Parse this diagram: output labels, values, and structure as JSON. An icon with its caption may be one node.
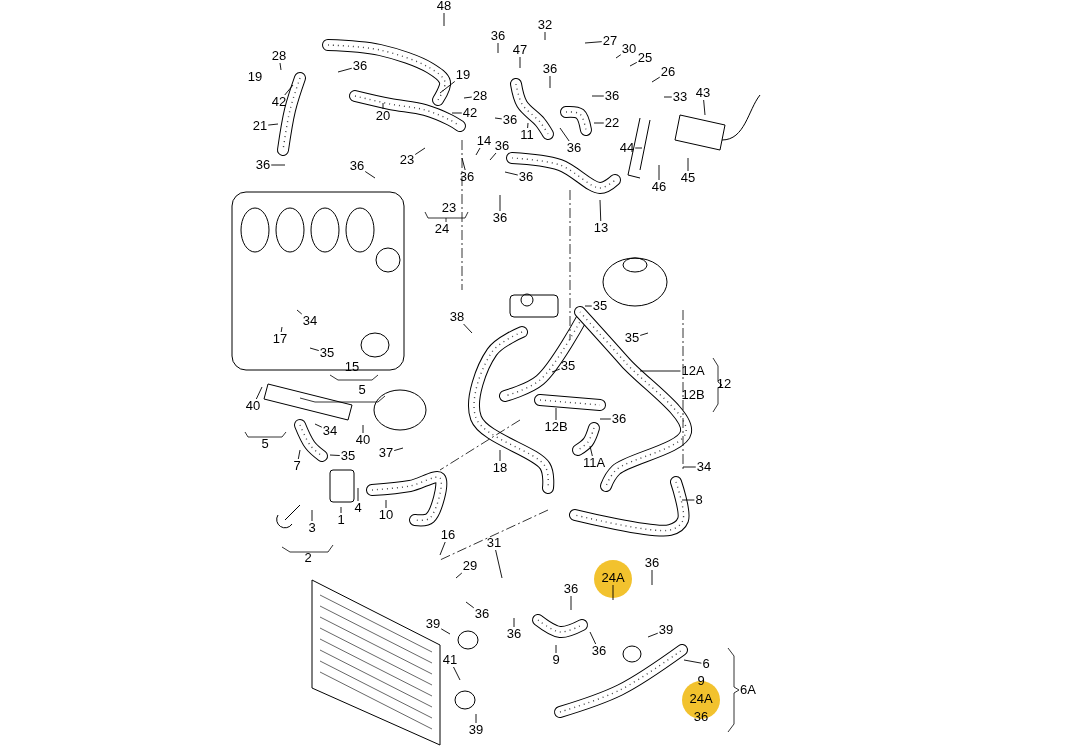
{
  "diagram": {
    "nodes": [
      {
        "text": [
          "48"
        ]
      },
      {
        "text": [
          "36"
        ]
      },
      {
        "text": [
          "32"
        ]
      },
      {
        "text": [
          "28"
        ]
      },
      {
        "text": [
          "47"
        ]
      },
      {
        "text": [
          "27"
        ]
      },
      {
        "text": [
          "30"
        ]
      },
      {
        "text": [
          "36"
        ]
      },
      {
        "text": [
          "19"
        ]
      },
      {
        "text": [
          "25"
        ]
      },
      {
        "text": [
          "26"
        ]
      },
      {
        "text": [
          "36"
        ]
      },
      {
        "text": [
          "33"
        ]
      },
      {
        "text": [
          "43"
        ]
      },
      {
        "text": [
          "28"
        ]
      },
      {
        "text": [
          "42"
        ]
      },
      {
        "text": [
          "42"
        ]
      },
      {
        "text": [
          "20"
        ]
      },
      {
        "text": [
          "36"
        ]
      },
      {
        "text": [
          "36"
        ]
      },
      {
        "text": [
          "22"
        ]
      },
      {
        "text": [
          "21"
        ]
      },
      {
        "text": [
          "11"
        ]
      },
      {
        "text": [
          "14"
        ]
      },
      {
        "text": [
          "36"
        ]
      },
      {
        "text": [
          "36"
        ]
      },
      {
        "text": [
          "44"
        ]
      },
      {
        "text": [
          "23"
        ]
      },
      {
        "text": [
          "36"
        ]
      },
      {
        "text": [
          "36"
        ]
      },
      {
        "text": [
          "36"
        ]
      },
      {
        "text": [
          "36"
        ]
      },
      {
        "text": [
          "45"
        ]
      },
      {
        "text": [
          "46"
        ]
      },
      {
        "text": [
          "36"
        ]
      },
      {
        "text": [
          "13"
        ]
      },
      {
        "text": [
          "35"
        ]
      },
      {
        "text": [
          "38"
        ]
      },
      {
        "text": [
          "34"
        ]
      },
      {
        "text": [
          "35"
        ]
      },
      {
        "text": [
          "17"
        ]
      },
      {
        "text": [
          "35"
        ]
      },
      {
        "text": [
          "35"
        ]
      },
      {
        "text": [
          "12A"
        ]
      },
      {
        "text": [
          "40"
        ]
      },
      {
        "text": [
          "12B"
        ]
      },
      {
        "text": [
          "36"
        ]
      },
      {
        "text": [
          "34"
        ]
      },
      {
        "text": [
          "40"
        ]
      },
      {
        "text": [
          "35"
        ]
      },
      {
        "text": [
          "37"
        ]
      },
      {
        "text": [
          "11A"
        ]
      },
      {
        "text": [
          "7"
        ]
      },
      {
        "text": [
          "18"
        ]
      },
      {
        "text": [
          "34"
        ]
      },
      {
        "text": [
          "8"
        ]
      },
      {
        "text": [
          "4"
        ]
      },
      {
        "text": [
          "10"
        ]
      },
      {
        "text": [
          "1"
        ]
      },
      {
        "text": [
          "3"
        ]
      },
      {
        "text": [
          "16"
        ]
      },
      {
        "text": [
          "31"
        ]
      },
      {
        "text": [
          "36"
        ]
      },
      {
        "text": [
          "29"
        ]
      },
      {
        "text": [
          "24A"
        ]
      },
      {
        "text": [
          "36"
        ]
      },
      {
        "text": [
          "36"
        ]
      },
      {
        "text": [
          "39"
        ]
      },
      {
        "text": [
          "39"
        ]
      },
      {
        "text": [
          "36"
        ]
      },
      {
        "text": [
          "36"
        ]
      },
      {
        "text": [
          "9"
        ]
      },
      {
        "text": [
          "41"
        ]
      },
      {
        "text": [
          "6"
        ]
      },
      {
        "text": [
          "39"
        ]
      }
    ],
    "edges": [
      {
        "from": 0,
        "to": null,
        "arrow": "none"
      },
      {
        "from": 1,
        "to": null,
        "arrow": "none"
      },
      {
        "from": 2,
        "to": null,
        "arrow": "none"
      },
      {
        "from": 3,
        "to": null,
        "arrow": "none"
      },
      {
        "from": 4,
        "to": null,
        "arrow": "none"
      },
      {
        "from": 5,
        "to": null,
        "arrow": "none"
      },
      {
        "from": 6,
        "to": null,
        "arrow": "none"
      },
      {
        "from": 7,
        "to": null,
        "arrow": "none"
      },
      {
        "from": 8,
        "to": null,
        "arrow": "none"
      },
      {
        "from": 9,
        "to": null,
        "arrow": "none"
      },
      {
        "from": 10,
        "to": null,
        "arrow": "none"
      },
      {
        "from": 11,
        "to": null,
        "arrow": "none"
      },
      {
        "from": 12,
        "to": null,
        "arrow": "none"
      },
      {
        "from": 13,
        "to": null,
        "arrow": "none"
      },
      {
        "from": 14,
        "to": null,
        "arrow": "none"
      },
      {
        "from": 15,
        "to": null,
        "arrow": "none"
      },
      {
        "from": 16,
        "to": null,
        "arrow": "none"
      },
      {
        "from": 17,
        "to": null,
        "arrow": "none"
      },
      {
        "from": 18,
        "to": null,
        "arrow": "none"
      },
      {
        "from": 19,
        "to": null,
        "arrow": "none"
      },
      {
        "from": 20,
        "to": null,
        "arrow": "none"
      },
      {
        "from": 21,
        "to": null,
        "arrow": "none"
      },
      {
        "from": 22,
        "to": null,
        "arrow": "none"
      },
      {
        "from": 23,
        "to": null,
        "arrow": "none"
      },
      {
        "from": 24,
        "to": null,
        "arrow": "none"
      },
      {
        "from": 25,
        "to": null,
        "arrow": "none"
      },
      {
        "from": 26,
        "to": null,
        "arrow": "none"
      },
      {
        "from": 27,
        "to": null,
        "arrow": "none"
      },
      {
        "from": 28,
        "to": null,
        "arrow": "none"
      },
      {
        "from": 29,
        "to": null,
        "arrow": "none"
      },
      {
        "from": 30,
        "to": null,
        "arrow": "none"
      },
      {
        "from": 31,
        "to": null,
        "arrow": "none"
      },
      {
        "from": 32,
        "to": null,
        "arrow": "none"
      },
      {
        "from": 33,
        "to": null,
        "arrow": "none"
      },
      {
        "from": 34,
        "to": null,
        "arrow": "none"
      },
      {
        "from": 35,
        "to": null,
        "arrow": "none"
      },
      {
        "from": 36,
        "to": null,
        "arrow": "none"
      },
      {
        "from": 37,
        "to": null,
        "arrow": "none"
      },
      {
        "from": 38,
        "to": null,
        "arrow": "none"
      },
      {
        "from": 39,
        "to": null,
        "arrow": "none"
      },
      {
        "from": 40,
        "to": null,
        "arrow": "none"
      },
      {
        "from": 41,
        "to": null,
        "arrow": "none"
      },
      {
        "from": 42,
        "to": null,
        "arrow": "none"
      },
      {
        "from": 43,
        "to": null,
        "arrow": "none"
      },
      {
        "from": 44,
        "to": null,
        "arrow": "none"
      },
      {
        "from": 45,
        "to": null,
        "arrow": "none"
      },
      {
        "from": 46,
        "to": null,
        "arrow": "none"
      },
      {
        "from": 47,
        "to": null,
        "arrow": "none"
      },
      {
        "from": 48,
        "to": null,
        "arrow": "none"
      },
      {
        "from": 49,
        "to": null,
        "arrow": "none"
      },
      {
        "from": 50,
        "to": null,
        "arrow": "none"
      },
      {
        "from": 51,
        "to": null,
        "arrow": "none"
      },
      {
        "from": 52,
        "to": null,
        "arrow": "none"
      },
      {
        "from": 53,
        "to": null,
        "arrow": "none"
      },
      {
        "from": 54,
        "to": null,
        "arrow": "none"
      },
      {
        "from": 55,
        "to": null,
        "arrow": "none"
      },
      {
        "from": 56,
        "to": null,
        "arrow": "none"
      },
      {
        "from": 57,
        "to": null,
        "arrow": "none"
      },
      {
        "from": 58,
        "to": null,
        "arrow": "none"
      },
      {
        "from": 59,
        "to": null,
        "arrow": "none"
      },
      {
        "from": 60,
        "to": null,
        "arrow": "none"
      },
      {
        "from": 61,
        "to": null,
        "arrow": "none"
      },
      {
        "from": 62,
        "to": null,
        "arrow": "none"
      },
      {
        "from": 63,
        "to": null,
        "arrow": "none"
      },
      {
        "from": 64,
        "to": null,
        "arrow": "none"
      },
      {
        "from": 65,
        "to": null,
        "arrow": "none"
      },
      {
        "from": 66,
        "to": null,
        "arrow": "none"
      },
      {
        "from": 67,
        "to": null,
        "arrow": "none"
      },
      {
        "from": 68,
        "to": null,
        "arrow": "none"
      },
      {
        "from": 69,
        "to": null,
        "arrow": "none"
      },
      {
        "from": 70,
        "to": null,
        "arrow": "none"
      },
      {
        "from": 71,
        "to": null,
        "arrow": "none"
      },
      {
        "from": 72,
        "to": null,
        "arrow": "none"
      },
      {
        "from": 73,
        "to": null,
        "arrow": "none"
      },
      {
        "from": 74,
        "to": null,
        "arrow": "none"
      }
    ],
    "labels": [
      "19",
      "23",
      "24",
      "15",
      "5",
      "12",
      "12B",
      "5",
      "2",
      "9",
      "6A",
      "24A",
      "36"
    ]
  }
}
